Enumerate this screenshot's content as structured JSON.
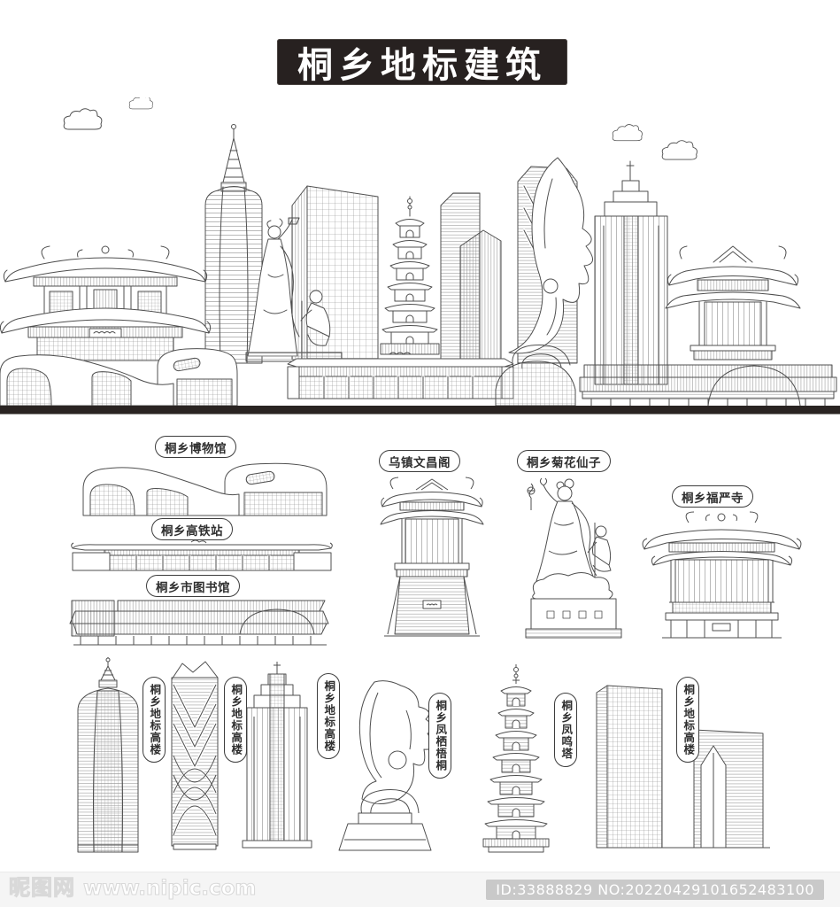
{
  "title": "桐乡地标建筑",
  "colors": {
    "banner_bg": "#272120",
    "banner_text": "#ffffff",
    "line_art": "#4f4f4f",
    "ground_bar": "#2a2422",
    "watermark_badge_bg": "#c9c9c9"
  },
  "middle_labels": {
    "museum": "桐乡博物馆",
    "rail_station": "桐乡高铁站",
    "library": "桐乡市图书馆",
    "wenchang_pavilion": "乌镇文昌阁",
    "chrysanthemum_fairy": "桐乡菊花仙子",
    "fuyan_temple": "桐乡福严寺"
  },
  "bottom_labels": {
    "landmark_tower_1": "桐乡地标高楼",
    "landmark_tower_2": "桐乡地标高楼",
    "landmark_tower_3": "桐乡地标高楼",
    "phoenix_sculpture": "桐乡凤栖梧桐",
    "fengming_pagoda": "桐乡凤鸣塔",
    "landmark_tower_4": "桐乡地标高楼"
  },
  "watermark": {
    "site_name": "昵图网",
    "site_url": "www.nipic.com",
    "id_text": "ID:33888829 NO:20220429101652483100"
  }
}
